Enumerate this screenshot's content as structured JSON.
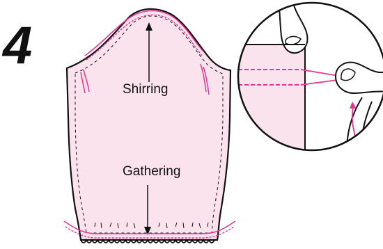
{
  "step": {
    "number": "4"
  },
  "labels": {
    "shirring": "Shirring",
    "gathering": "Gathering"
  },
  "colors": {
    "fabric": "#fbe3ee",
    "stitch": "#e8338f",
    "outline": "#111111",
    "background": "#ffffff"
  },
  "icons": {
    "detail": "magnifier-circle",
    "fingers": "hand-pulling-threads"
  }
}
